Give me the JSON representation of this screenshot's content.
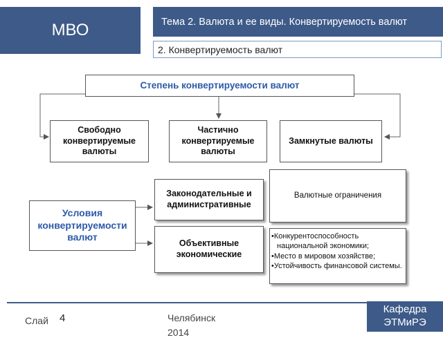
{
  "header": {
    "logo_text": "МВО",
    "topic": "Тема 2. Валюта и ее виды. Конвертируемость валют",
    "subtopic": "2. Конвертируемость валют"
  },
  "diagram": {
    "top_title": "Степень конвертируемости валют",
    "types": [
      "Свободно конвертируемые валюты",
      "Частично конвертируемые валюты",
      "Замкнутые валюты"
    ],
    "conditions_title": "Условия конвертируемости валют",
    "condition_types": [
      "Законодательные и административные",
      "Объективные экономические"
    ],
    "restrictions": "Валютные ограничения",
    "economic_factors": [
      "Конкурентоспособность национальной экономики;",
      "Место в мировом хозяйстве;",
      "Устойчивость финансовой системы."
    ]
  },
  "footer": {
    "slide_label": "Слай",
    "slide_number": "4",
    "city_year": "Челябинск 2014",
    "department": "Кафедра ЭТМиРЭ"
  },
  "colors": {
    "header_bg": "#3d5a88",
    "title_blue": "#2d5aa8"
  }
}
